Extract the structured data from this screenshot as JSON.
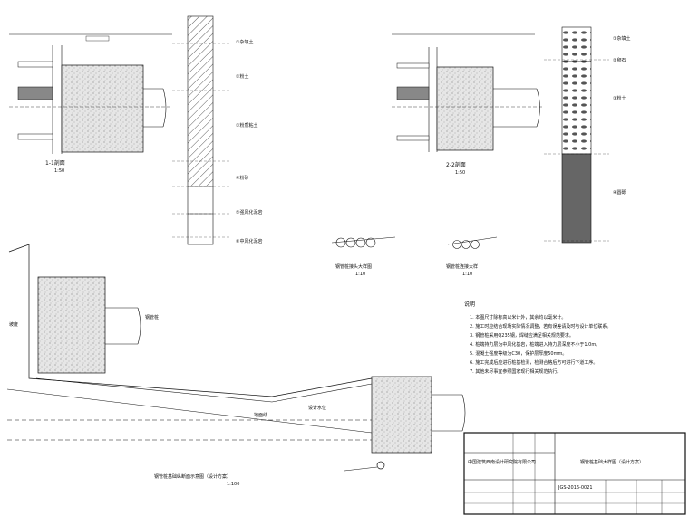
{
  "drawing": {
    "title_block": {
      "company": "中国建筑西南设计研究院有限公司",
      "drawing_title": "钢管桩基础大样图（设计方案）",
      "drawing_number": "JGS-2016-0021"
    },
    "notes_heading": "说明",
    "notes": [
      "1. 本图尺寸除标高以米计外，其余均以毫米计。",
      "2. 施工时应结合现场实际情况调整，若有误差请及时与设计单位联系。",
      "3. 钢管桩采用Q235钢，焊缝应满足相关规范要求。",
      "4. 桩端持力层为中风化基岩，桩端进入持力层深度不小于1.0m。",
      "5. 混凝土强度等级为C30，保护层厚度50mm。",
      "6. 施工完成后应进行桩基检测，检测合格后方可进行下道工序。",
      "7. 其他未尽事宜参照国家现行相关规范执行。"
    ],
    "section_captions": {
      "left_section": "1-1剖面",
      "left_section_scale": "1:50",
      "right_section": "2-2剖面",
      "right_section_scale": "1:50",
      "pipe_detail_1": "钢管桩接头大样图",
      "pipe_detail_1_scale": "1:10",
      "pipe_detail_2": "钢管桩连接大样",
      "pipe_detail_2_scale": "1:10",
      "bottom_profile": "钢管桩基础纵断面示意图（设计方案）",
      "bottom_profile_scale": "1:100"
    },
    "soil_column_left": {
      "layers": [
        "①杂填土",
        "②粉土",
        "③粉质粘土",
        "④粉砂",
        "⑤强风化泥岩",
        "⑥中风化泥岩"
      ]
    },
    "soil_column_right": {
      "layers": [
        "①杂填土",
        "②卵石",
        "③粉土",
        "④圆砾"
      ]
    },
    "profile_labels": {
      "pipe_label": "钢管桩",
      "slope_label": "坡度",
      "ground_label": "地面线",
      "water_label": "设计水位"
    },
    "colors": {
      "line": "#111111",
      "fill": "#d0d0d0"
    }
  }
}
